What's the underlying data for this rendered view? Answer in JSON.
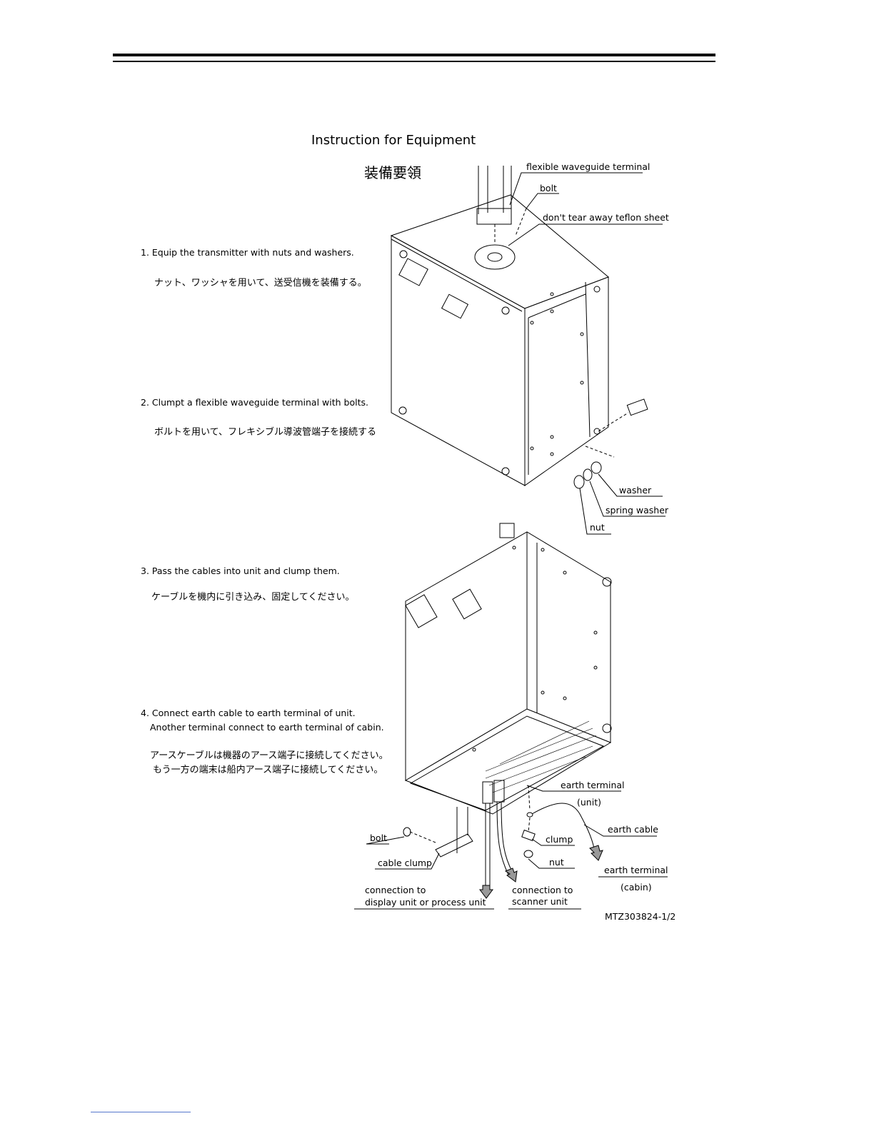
{
  "title": "Instruction for Equipment",
  "title_jp": "装備要領",
  "steps": [
    {
      "en": "1. Equip the transmitter with nuts and washers.",
      "jp": "ナット、ワッシャを用いて、送受信機を装備する。"
    },
    {
      "en": "2. Clumpt a flexible waveguide terminal  with bolts.",
      "jp": "ボルトを用いて、フレキシブル導波管端子を接続する"
    },
    {
      "en": "3. Pass the cables into unit and clump them.",
      "jp": "ケーブルを機内に引き込み、固定してください。"
    },
    {
      "en": "4. Connect earth cable to earth terminal of unit.",
      "en2": "Another terminal connect to earth terminal of cabin.",
      "jp": "アースケーブルは機器のアース端子に接続してください。",
      "jp2": "もう一方の端末は船内アース端子に接続してください。"
    }
  ],
  "labels_top": {
    "flex": "flexible waveguide terminal",
    "bolt": "bolt",
    "teflon": "don't tear away teflon sheet",
    "washer": "washer",
    "spring_washer": "spring washer",
    "nut": "nut"
  },
  "labels_bottom": {
    "earth_unit": "earth terminal",
    "earth_unit_sub": "(unit)",
    "earth_cable": "earth cable",
    "clump": "clump",
    "nut": "nut",
    "earth_cabin": "earth terminal",
    "earth_cabin_sub": "(cabin)",
    "bolt": "bolt",
    "cable_clump": "cable clump",
    "conn_display_1": "connection to",
    "conn_display_2": "display unit or process unit",
    "conn_scanner_1": "connection to",
    "conn_scanner_2": "scanner unit"
  },
  "drawing_number": "MTZ303824-1/2"
}
